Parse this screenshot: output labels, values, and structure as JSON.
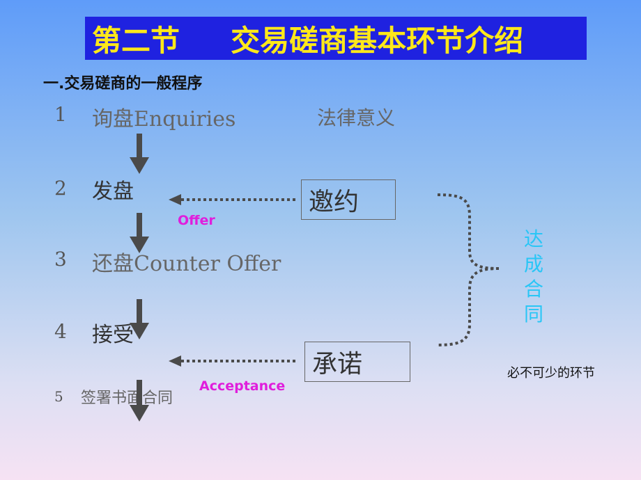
{
  "title": "第二节     交易磋商基本环节介绍",
  "section_heading": "一.交易磋商的一般程序",
  "steps": [
    {
      "num": "1",
      "label": "询盘Enquiries"
    },
    {
      "num": "2",
      "label": "发盘"
    },
    {
      "num": "3",
      "label": "还盘Counter Offer"
    },
    {
      "num": "4",
      "label": "接受"
    },
    {
      "num": "5",
      "label": "签署书面合同"
    }
  ],
  "legal_meaning": "法律意义",
  "offer_tag": "Offer",
  "acceptance_tag": "Acceptance",
  "invitation_box": "邀约",
  "promise_box": "承诺",
  "contract_label": [
    "达",
    "成",
    "合",
    "同"
  ],
  "side_note": "必不可少的环节",
  "colors": {
    "title_bg": "#1f22e0",
    "title_text": "#ffe81a",
    "tag": "#e01edc",
    "vertical_label": "#29c6f6",
    "arrow": "#4a4a4a"
  }
}
